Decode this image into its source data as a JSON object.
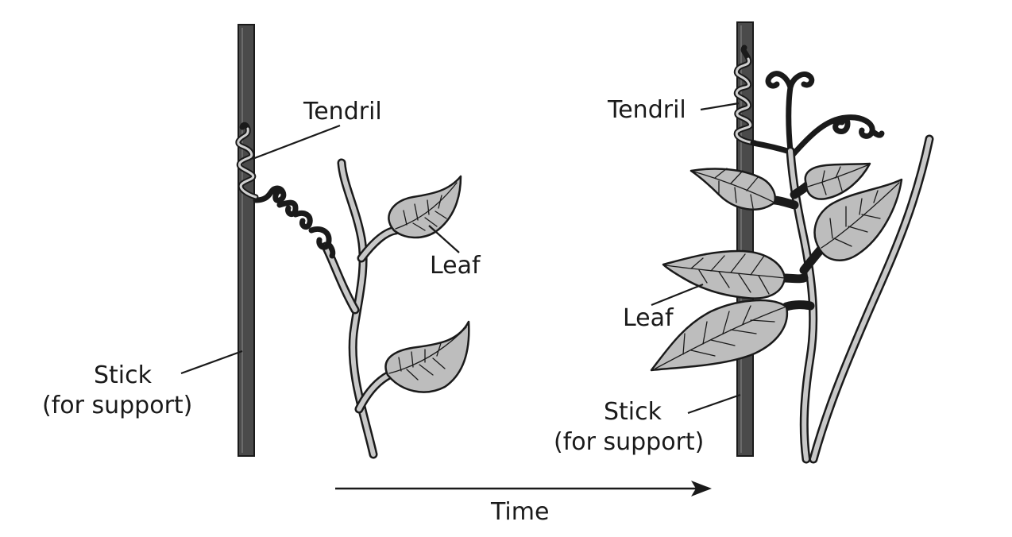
{
  "labels": {
    "left_tendril": "Tendril",
    "left_leaf": "Leaf",
    "left_stick_line1": "Stick",
    "left_stick_line2": "(for support)",
    "right_tendril": "Tendril",
    "right_leaf": "Leaf",
    "right_stick_line1": "Stick",
    "right_stick_line2": "(for support)",
    "time": "Time"
  },
  "colors": {
    "ink": "#1a1a1a",
    "stick": "#4a4a4a",
    "leaf": "#bdbdbd",
    "stem_fill": "#c8c8c8"
  }
}
